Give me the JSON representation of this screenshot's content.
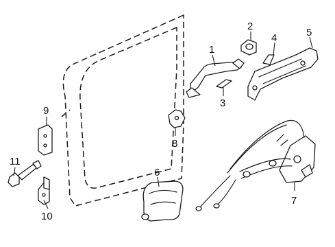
{
  "callouts": [
    {
      "number": "1"
    },
    {
      "number": "2"
    },
    {
      "number": "3"
    },
    {
      "number": "4"
    },
    {
      "number": "5"
    },
    {
      "number": "6"
    },
    {
      "number": "7"
    },
    {
      "number": "8"
    },
    {
      "number": "9"
    },
    {
      "number": "10"
    },
    {
      "number": "11"
    }
  ]
}
